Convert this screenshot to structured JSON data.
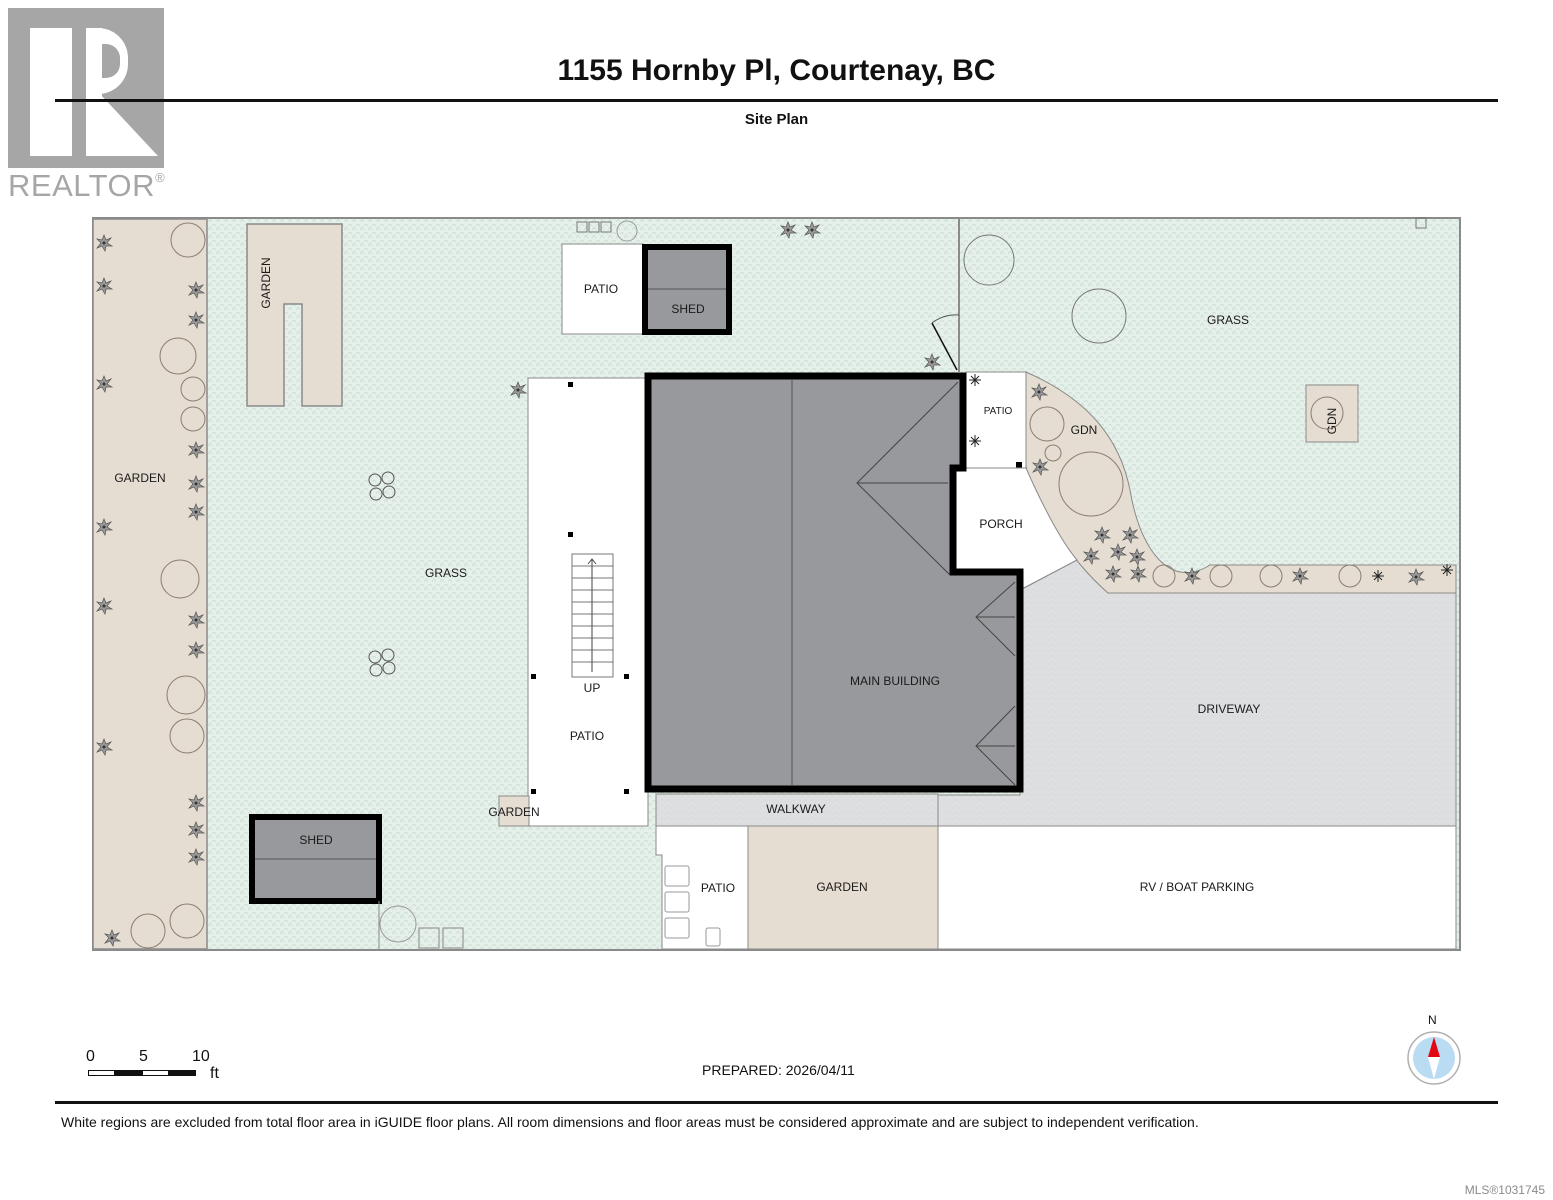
{
  "header": {
    "logo_text": "REALTOR",
    "logo_mark": "®",
    "title": "1155 Hornby Pl, Courtenay, BC",
    "subtitle": "Site Plan"
  },
  "colors": {
    "grass": "#e6f0ea",
    "garden": "#e5ddd1",
    "roof": "#98999d",
    "driveway": "#dedfe0",
    "wall": "#000000",
    "outline": "#8a8a8a",
    "compass_red": "#e30613",
    "compass_blue": "#b9dcf3"
  },
  "plan": {
    "labels": {
      "garden_left_strip": "GARDEN",
      "garden_u_shape": "GARDEN",
      "grass_left": "GRASS",
      "patio_top": "PATIO",
      "shed_top": "SHED",
      "grass_right": "GRASS",
      "gdn_box": "GDN",
      "patio_small": "PATIO",
      "gdn_curve": "GDN",
      "porch": "PORCH",
      "main_building": "MAIN BUILDING",
      "driveway": "DRIVEWAY",
      "stairs_up": "UP",
      "patio_side": "PATIO",
      "garden_small": "GARDEN",
      "walkway": "WALKWAY",
      "shed_bottom": "SHED",
      "patio_bottom": "PATIO",
      "garden_bottom": "GARDEN",
      "rv_parking": "RV / BOAT PARKING"
    }
  },
  "footer": {
    "scale": {
      "ticks": [
        "0",
        "5",
        "10"
      ],
      "unit": "ft"
    },
    "prepared": "PREPARED: 2026/04/11",
    "compass_label": "N",
    "disclaimer": "White regions are excluded from total floor area in iGUIDE floor plans. All room dimensions and floor areas must be considered approximate and are subject to independent verification.",
    "mls": "MLS®1031745"
  }
}
